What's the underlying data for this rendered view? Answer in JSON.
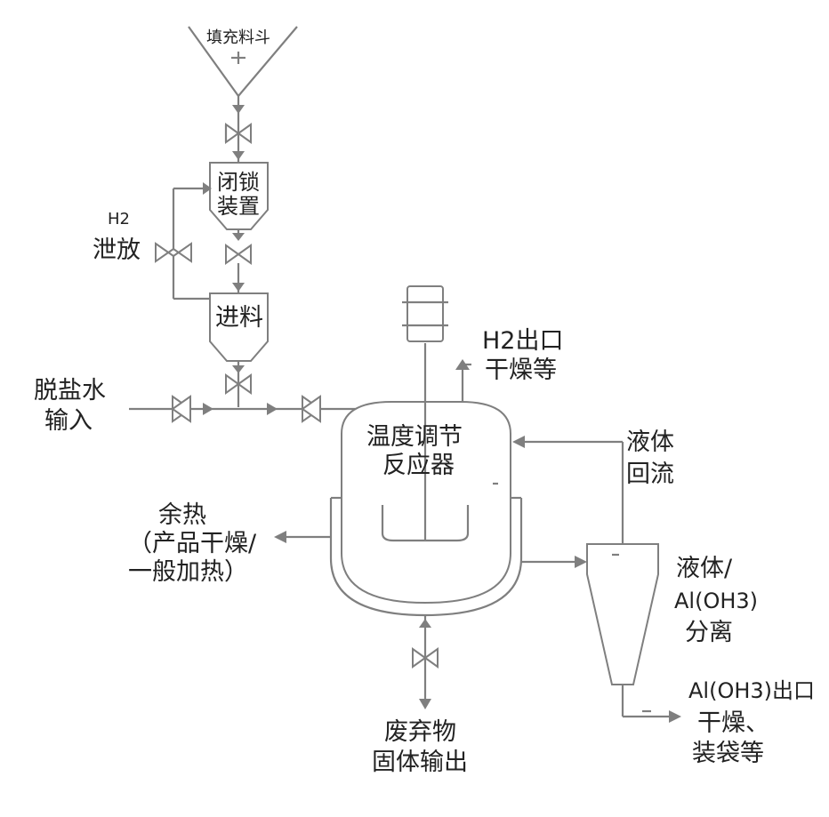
{
  "labels": {
    "hopper": "填充料斗",
    "lock_line1": "闭锁",
    "lock_line2": "装置",
    "h2_vent_line1": "H2",
    "h2_vent_line2": "泄放",
    "feed": "进料",
    "water_line1": "脱盐水",
    "water_line2": "输入",
    "reactor_line1": "温度调节",
    "reactor_line2": "反应器",
    "h2_out_line1": "H2出口",
    "h2_out_line2": "干燥等",
    "reflux_line1": "液体",
    "reflux_line2": "回流",
    "heat_line1": "余热",
    "heat_line2": "（产品干燥/",
    "heat_line3": "一般加热）",
    "sep_line1": "液体/",
    "sep_line2": "Al(OH3)",
    "sep_line3": "分离",
    "product_line1": "Al(OH3)出口",
    "product_line2": "干燥、",
    "product_line3": "装袋等",
    "waste_line1": "废弃物",
    "waste_line2": "固体输出"
  },
  "colors": {
    "line": "#7f7f7f",
    "text": "#222222"
  }
}
